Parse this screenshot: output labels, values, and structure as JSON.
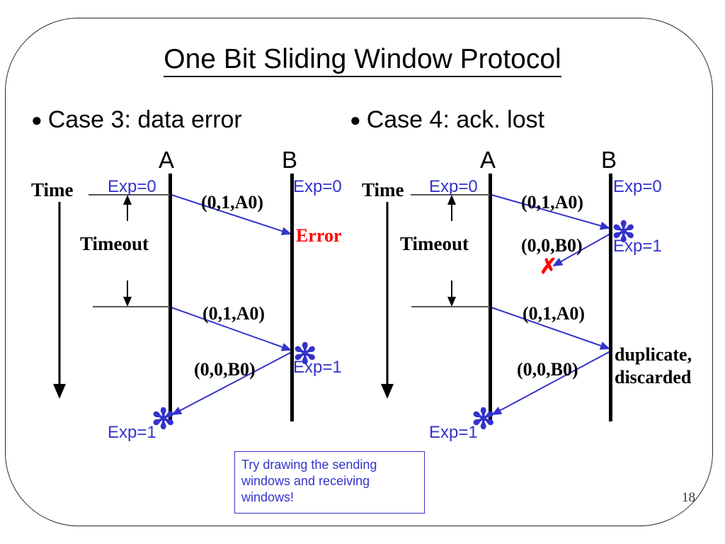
{
  "slide": {
    "title": "One Bit Sliding Window Protocol",
    "page_number": "18",
    "bullets": [
      {
        "marker": "●",
        "text": "Case 3: data error"
      },
      {
        "marker": "●",
        "text": "Case 4: ack. lost"
      }
    ],
    "note": "Try drawing the sending windows and receiving windows!"
  },
  "left_diagram": {
    "time_label": "Time",
    "timeout_label": "Timeout",
    "node_a": "A",
    "node_b": "B",
    "a_exp_top": "Exp=0",
    "b_exp_top": "Exp=0",
    "msg1": "(0,1,A0)",
    "error_label": "Error",
    "msg2": "(0,1,A0)",
    "b_exp_bottom": "Exp=1",
    "msg3": "(0,0,B0)",
    "a_exp_bottom": "Exp=1",
    "star_b": "✻",
    "star_a": "✻"
  },
  "right_diagram": {
    "time_label": "Time",
    "timeout_label": "Timeout",
    "node_a": "A",
    "node_b": "B",
    "a_exp_top": "Exp=0",
    "b_exp_top": "Exp=0",
    "msg1": "(0,1,A0)",
    "msg2": "(0,0,B0)",
    "b_exp_mid": "Exp=1",
    "lost_mark": "✗",
    "msg3": "(0,1,A0)",
    "duplicate_line1": "duplicate,",
    "duplicate_line2": "discarded",
    "msg4": "(0,0,B0)",
    "a_exp_bottom": "Exp=1",
    "star_b": "✻",
    "star_a": "✻"
  },
  "colors": {
    "arrow_blue": "#3333cc",
    "error_red": "#ff0000",
    "black": "#000000",
    "note_border": "#3333cc"
  }
}
